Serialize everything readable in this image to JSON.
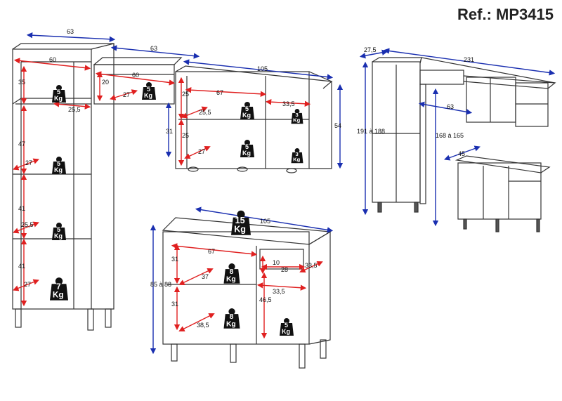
{
  "ref": "Ref.: MP3415",
  "colors": {
    "blue": "#1a2fb0",
    "red": "#e02020",
    "outline": "#333333",
    "weight": "#111111",
    "panel": "#555555"
  },
  "dims": {
    "tall_width": "63",
    "tall_depth": "60",
    "tall_h1": "35",
    "tall_h2": "47",
    "tall_h3": "41",
    "tall_h4": "41",
    "tall_d1": "25,5",
    "tall_d2": "27",
    "tall_d3": "25,5",
    "tall_d4": "27",
    "mid_width": "63",
    "mid_depth": "60",
    "mid_h": "20",
    "mid_d": "27",
    "wall_width": "105",
    "wall_inner": "67",
    "wall_side": "33,5",
    "wall_h1": "25",
    "wall_h2": "25",
    "wall_d1": "25,5",
    "wall_d2": "27",
    "wall_total_h": "54",
    "wall_gap": "31",
    "base_width": "105",
    "base_inner": "67",
    "base_h1": "31",
    "base_h2": "31",
    "base_d1": "37",
    "base_d2": "38,5",
    "base_total_h": "85 à 88",
    "base_drawer_h": "10",
    "base_drawer_w": "28",
    "base_drawer_d": "33,5",
    "base_side_w": "33,5",
    "base_side_h": "46,5",
    "ov_depth": "27,5",
    "ov_total": "231",
    "ov_tall_h": "191 à 188",
    "ov_mid_h": "168 à 165",
    "ov_gap": "63",
    "ov_base_depth": "45"
  },
  "weights": {
    "w5": "5",
    "w7": "7",
    "w8": "8",
    "w15": "15",
    "w3": "3",
    "unit": "Kg"
  }
}
